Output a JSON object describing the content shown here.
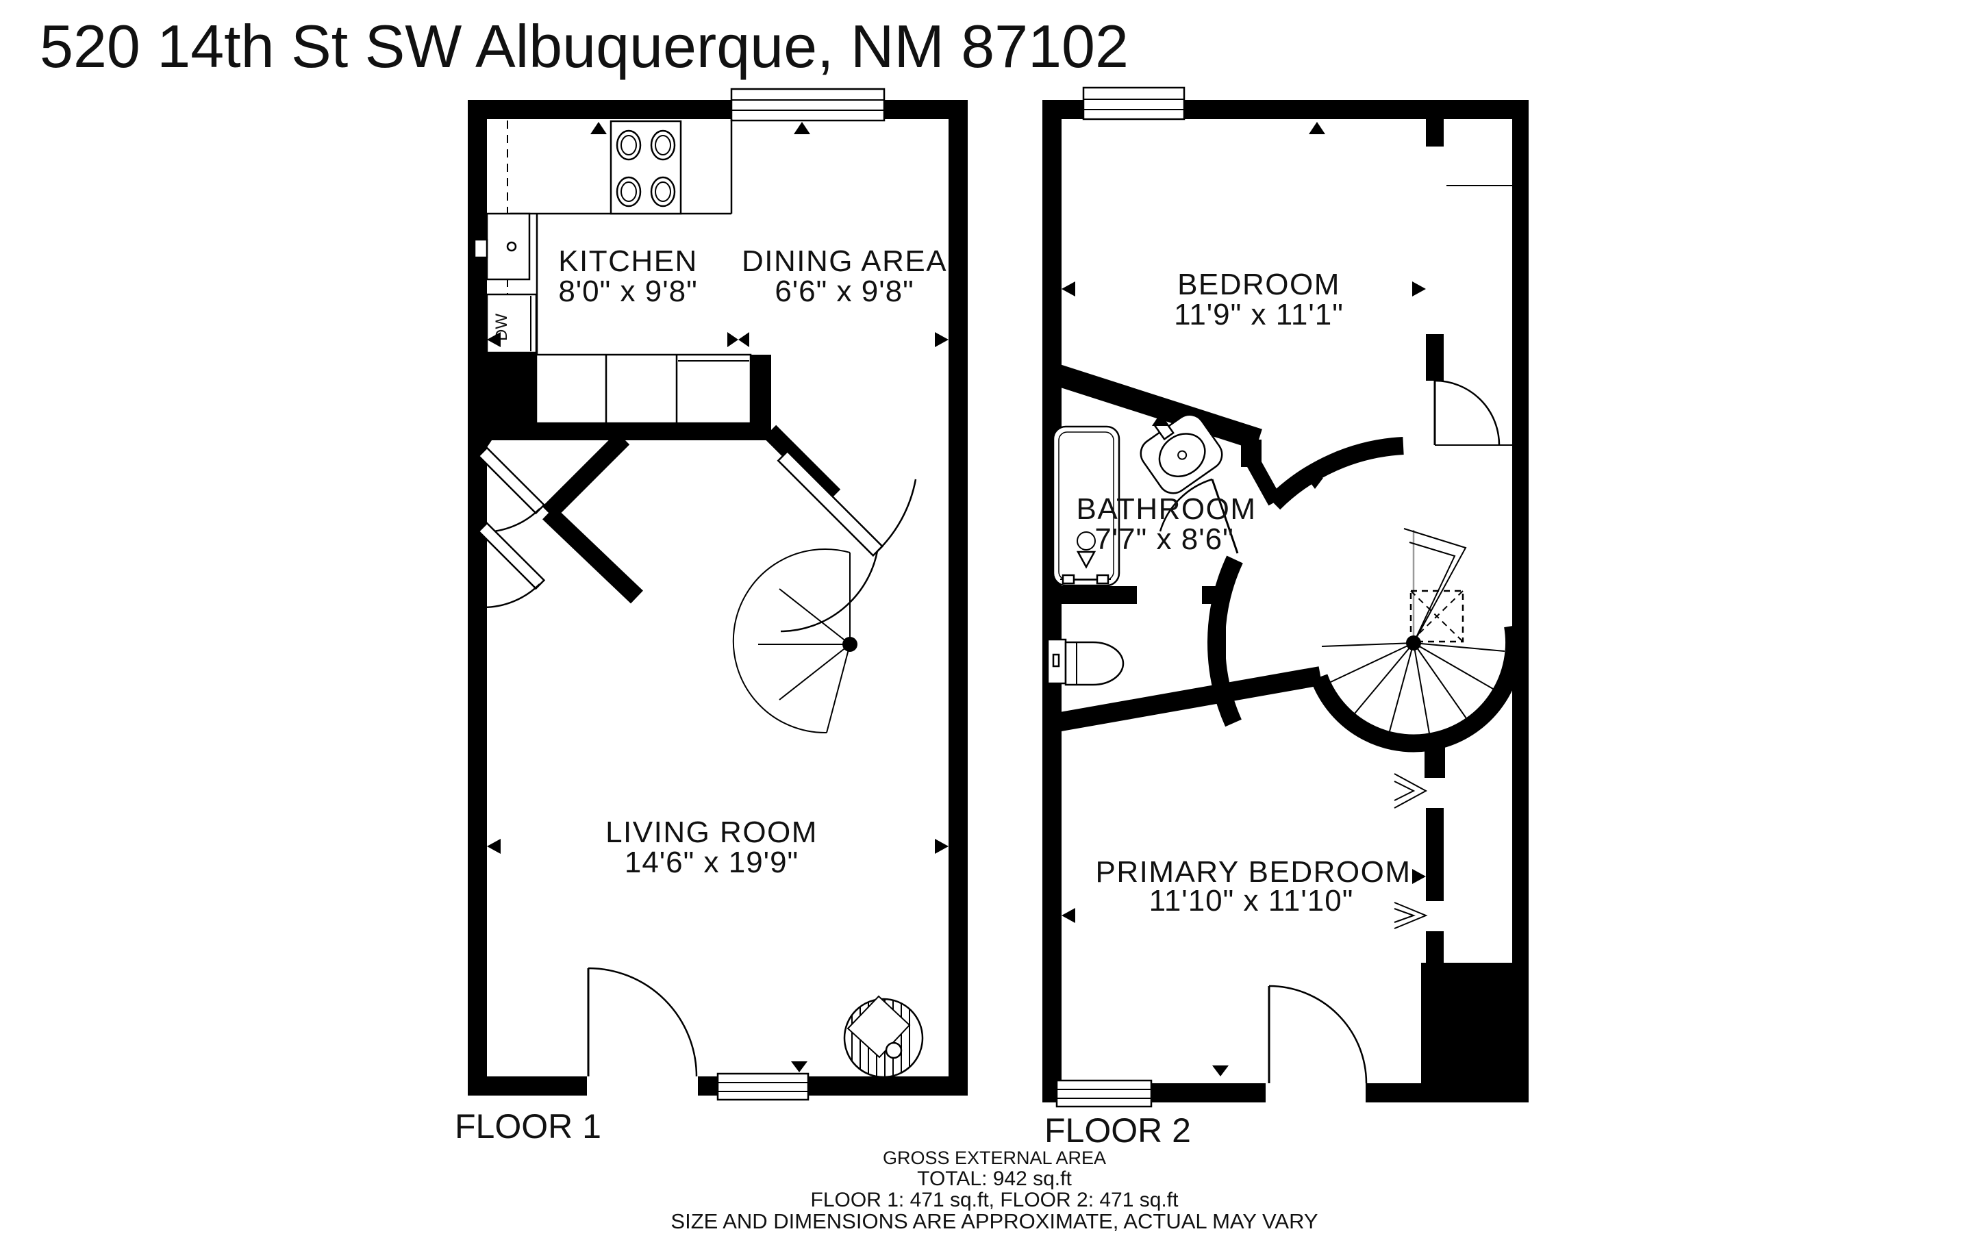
{
  "title": "520 14th St SW Albuquerque, NM 87102",
  "floor1": {
    "label": "FLOOR 1",
    "kitchen": {
      "name": "KITCHEN",
      "dims": "8'0\" x 9'8\""
    },
    "dining": {
      "name": "DINING AREA",
      "dims": "6'6\" x 9'8\""
    },
    "living": {
      "name": "LIVING ROOM",
      "dims": "14'6\" x 19'9\""
    },
    "dishwasher_label": "DW"
  },
  "floor2": {
    "label": "FLOOR 2",
    "bedroom": {
      "name": "BEDROOM",
      "dims": "11'9\" x 11'1\""
    },
    "bathroom": {
      "name": "BATHROOM",
      "dims": "7'7\" x 8'6\""
    },
    "primary_bedroom": {
      "name": "PRIMARY BEDROOM",
      "dims": "11'10\" x 11'10\""
    }
  },
  "summary": {
    "gross_label": "GROSS EXTERNAL AREA",
    "total": "TOTAL: 942 sq.ft",
    "floors": "FLOOR 1: 471 sq.ft, FLOOR 2: 471 sq.ft",
    "disclaimer": "SIZE AND DIMENSIONS ARE APPROXIMATE, ACTUAL MAY VARY"
  },
  "colors": {
    "wall": "#000000",
    "background": "#ffffff",
    "disclaimer_text": "#a8a8a8"
  }
}
